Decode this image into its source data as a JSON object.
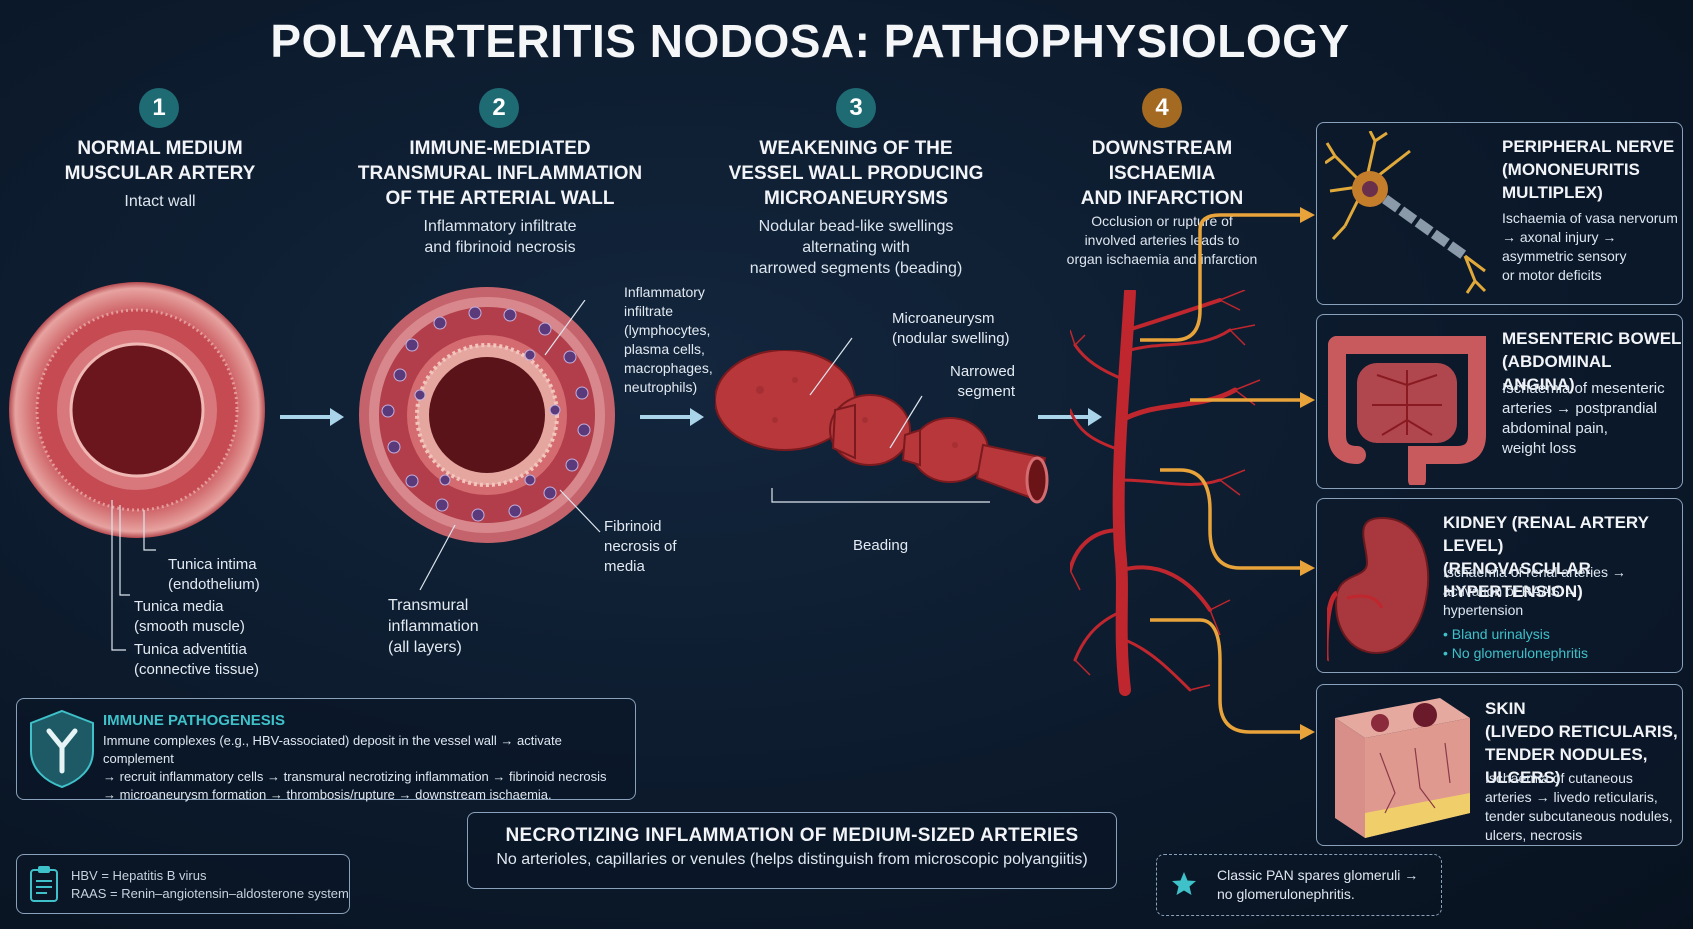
{
  "title": "POLYARTERITIS NODOSA: PATHOPHYSIOLOGY",
  "steps": [
    {
      "num": "1",
      "heading": [
        "NORMAL MEDIUM",
        "MUSCULAR ARTERY"
      ],
      "desc": [
        "Intact wall"
      ]
    },
    {
      "num": "2",
      "heading": [
        "IMMUNE-MEDIATED",
        "TRANSMURAL INFLAMMATION",
        "OF THE ARTERIAL WALL"
      ],
      "desc": [
        "Inflammatory infiltrate",
        "and fibrinoid necrosis"
      ]
    },
    {
      "num": "3",
      "heading": [
        "WEAKENING OF THE",
        "VESSEL WALL PRODUCING",
        "MICROANEURYSMS"
      ],
      "desc": [
        "Nodular bead-like swellings",
        "alternating with",
        "narrowed segments (beading)"
      ]
    },
    {
      "num": "4",
      "heading": [
        "DOWNSTREAM",
        "ISCHAEMIA",
        "AND INFARCTION"
      ],
      "desc": [
        "Occlusion or rupture of",
        "involved arteries leads to",
        "organ ischaemia and infarction"
      ]
    }
  ],
  "artery_labels": {
    "intima": [
      "Tunica intima",
      "(endothelium)"
    ],
    "media": [
      "Tunica media",
      "(smooth muscle)"
    ],
    "adventitia": [
      "Tunica adventitia",
      "(connective tissue)"
    ]
  },
  "inflammation_labels": {
    "infiltrate": [
      "Inflammatory",
      "infiltrate",
      "(lymphocytes,",
      "plasma cells,",
      "macrophages,",
      "neutrophils)"
    ],
    "fibrinoid": [
      "Fibrinoid",
      "necrosis of",
      "media"
    ],
    "transmural": [
      "Transmural",
      "inflammation",
      "(all layers)"
    ]
  },
  "aneurysm_labels": {
    "microaneurysm": [
      "Microaneurysm",
      "(nodular swelling)"
    ],
    "narrowed": [
      "Narrowed",
      "segment"
    ],
    "beading": "Beading"
  },
  "organs": [
    {
      "heading": [
        "PERIPHERAL NERVE",
        "(MONONEURITIS",
        "MULTIPLEX)"
      ],
      "desc": [
        "Ischaemia of vasa nervorum",
        "→ axonal injury →",
        "asymmetric sensory",
        "or motor deficits"
      ],
      "bullets": []
    },
    {
      "heading": [
        "MESENTERIC BOWEL",
        "(ABDOMINAL ANGINA)"
      ],
      "desc": [
        "Ischaemia of mesenteric",
        "arteries → postprandial",
        "abdominal pain,",
        "weight loss"
      ],
      "bullets": []
    },
    {
      "heading": [
        "KIDNEY (RENAL ARTERY LEVEL)",
        "(RENOVASCULAR HYPERTENSION)"
      ],
      "desc": [
        "Ischaemia of renal arteries →",
        "activation of RAAS →",
        "hypertension"
      ],
      "bullets": [
        "• Bland urinalysis",
        "• No glomerulonephritis"
      ]
    },
    {
      "heading": [
        "SKIN",
        "(LIVEDO RETICULARIS,",
        "TENDER NODULES, ULCERS)"
      ],
      "desc": [
        "Ischaemia of cutaneous",
        "arteries → livedo reticularis,",
        "tender subcutaneous nodules,",
        "ulcers, necrosis"
      ],
      "bullets": []
    }
  ],
  "immune": {
    "heading": "IMMUNE PATHOGENESIS",
    "lines": [
      "Immune complexes (e.g., HBV-associated) deposit in the vessel wall → activate complement",
      "→ recruit inflammatory cells → transmural necrotizing inflammation → fibrinoid necrosis",
      "→ microaneurysm formation → thrombosis/rupture → downstream ischaemia."
    ]
  },
  "center_box": {
    "heading": "NECROTIZING INFLAMMATION OF MEDIUM-SIZED ARTERIES",
    "sub": "No arterioles, capillaries or venules (helps distinguish from microscopic polyangiitis)"
  },
  "abbrev": [
    "HBV = Hepatitis B virus",
    "RAAS = Renin–angiotensin–aldosterone system"
  ],
  "note": [
    "Classic PAN spares glomeruli →",
    "no glomerulonephritis."
  ],
  "colors": {
    "teal": "#3fc1c9",
    "orange": "#e8a33a",
    "artery": "#b83a3e"
  }
}
